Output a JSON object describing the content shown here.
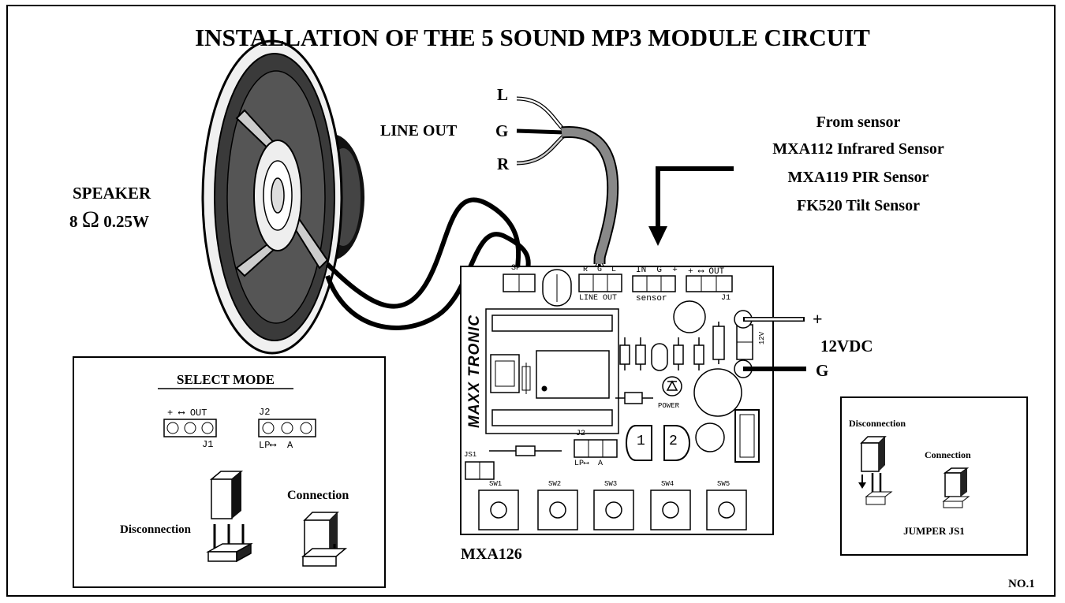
{
  "title": "INSTALLATION OF THE 5 SOUND MP3 MODULE CIRCUIT",
  "speaker": {
    "label": "SPEAKER",
    "spec_value": "8",
    "spec_unit": "Ω",
    "spec_power": "0.25W"
  },
  "line_out": {
    "label": "LINE OUT",
    "wires": [
      "L",
      "G",
      "R"
    ]
  },
  "sensor_info": {
    "lines": [
      "From sensor",
      "MXA112 Infrared Sensor",
      "MXA119 PIR Sensor",
      "FK520 Tilt Sensor"
    ]
  },
  "power": {
    "label": "12VDC",
    "plus": "+",
    "ground": "G"
  },
  "board": {
    "model": "MXA126",
    "brand": "MAXX TRONIC",
    "sp_header": "SP",
    "lineout_pins": [
      "R",
      "G",
      "L"
    ],
    "lineout_label": "LINE OUT",
    "sensor_pins": "IN  G  +",
    "sensor_label": "sensor",
    "out_header": "+ ⟷ OUT",
    "j1": "J1",
    "j2": "J2",
    "j2_pins": "LP⟷  A",
    "js1": "JS1",
    "v12": "12V",
    "power_led": "POWER",
    "ic1": "1",
    "ic2": "2",
    "switches": [
      "SW1",
      "SW2",
      "SW3",
      "SW4",
      "SW5"
    ]
  },
  "select_mode": {
    "title": "SELECT MODE",
    "j1_header": "+ ⟷ OUT",
    "j1": "J1",
    "j2": "J2",
    "j2_pins": "LP⟷  A",
    "disconnection": "Disconnection",
    "connection": "Connection"
  },
  "jumper_panel": {
    "disconnection": "Disconnection",
    "connection": "Connection",
    "caption": "JUMPER JS1"
  },
  "page_number": "NO.1"
}
